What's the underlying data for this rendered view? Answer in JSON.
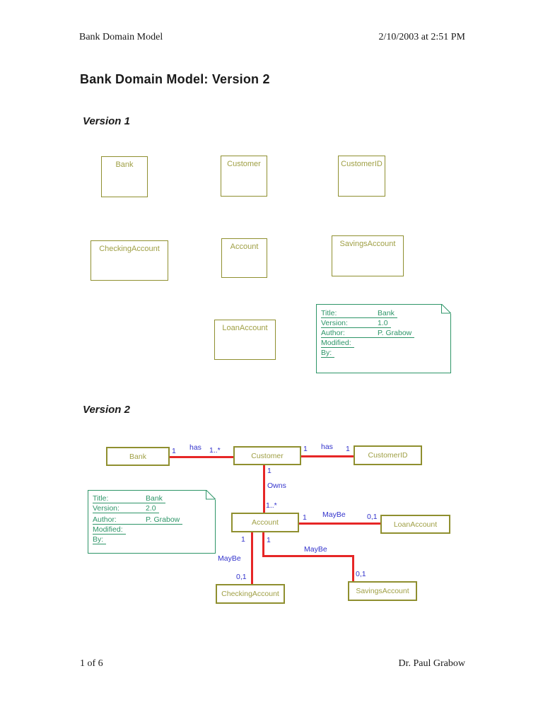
{
  "header": {
    "doc_title": "Bank Domain Model",
    "datetime": "2/10/2003 at 2:51 PM"
  },
  "page_title": "Bank Domain Model: Version 2",
  "footer": {
    "page_number": "1 of 6",
    "author": "Dr. Paul Grabow"
  },
  "colors": {
    "olive": "#8f8f2f",
    "oliveText": "#9f9f44",
    "green": "#2e9568",
    "red": "#e62626",
    "blue": "#3333cc",
    "ink": "#1a1a1a"
  },
  "version1": {
    "heading": "Version 1",
    "boxes": [
      {
        "label": "Bank"
      },
      {
        "label": "Customer"
      },
      {
        "label": "CustomerID"
      },
      {
        "label": "CheckingAccount"
      },
      {
        "label": "Account"
      },
      {
        "label": "SavingsAccount"
      },
      {
        "label": "LoanAccount"
      }
    ],
    "note": {
      "lines": [
        {
          "label": "Title:",
          "value": "Bank"
        },
        {
          "label": "Version:",
          "value": "1.0"
        },
        {
          "label": "Author:",
          "value": "P. Grabow"
        },
        {
          "label": "Modified:",
          "value": ""
        },
        {
          "label": "By:",
          "value": ""
        }
      ]
    }
  },
  "version2": {
    "heading": "Version 2",
    "boxes": [
      {
        "label": "Bank"
      },
      {
        "label": "Customer"
      },
      {
        "label": "CustomerID"
      },
      {
        "label": "Account"
      },
      {
        "label": "LoanAccount"
      },
      {
        "label": "CheckingAccount"
      },
      {
        "label": "SavingsAccount"
      }
    ],
    "note": {
      "lines": [
        {
          "label": "Title:",
          "value": "Bank"
        },
        {
          "label": "Version:",
          "value": "2.0"
        },
        {
          "label": "Author:",
          "value": "P. Grabow"
        },
        {
          "label": "Modified:",
          "value": ""
        },
        {
          "label": "By:",
          "value": ""
        }
      ]
    },
    "relations": {
      "bank_customer": {
        "name": "has",
        "mult_a": "1",
        "mult_b": "1..*"
      },
      "customer_customerid": {
        "name": "has",
        "mult_a": "1",
        "mult_b": "1"
      },
      "customer_account": {
        "name": "Owns",
        "mult_a": "1",
        "mult_b": "1..*"
      },
      "account_loan": {
        "name": "MayBe",
        "mult_a": "1",
        "mult_b": "0,1"
      },
      "account_checking": {
        "name": "MayBe",
        "mult_a": "1",
        "mult_b": "0,1"
      },
      "account_savings": {
        "name": "MayBe",
        "mult_a": "1",
        "mult_b": "0,1"
      }
    }
  }
}
